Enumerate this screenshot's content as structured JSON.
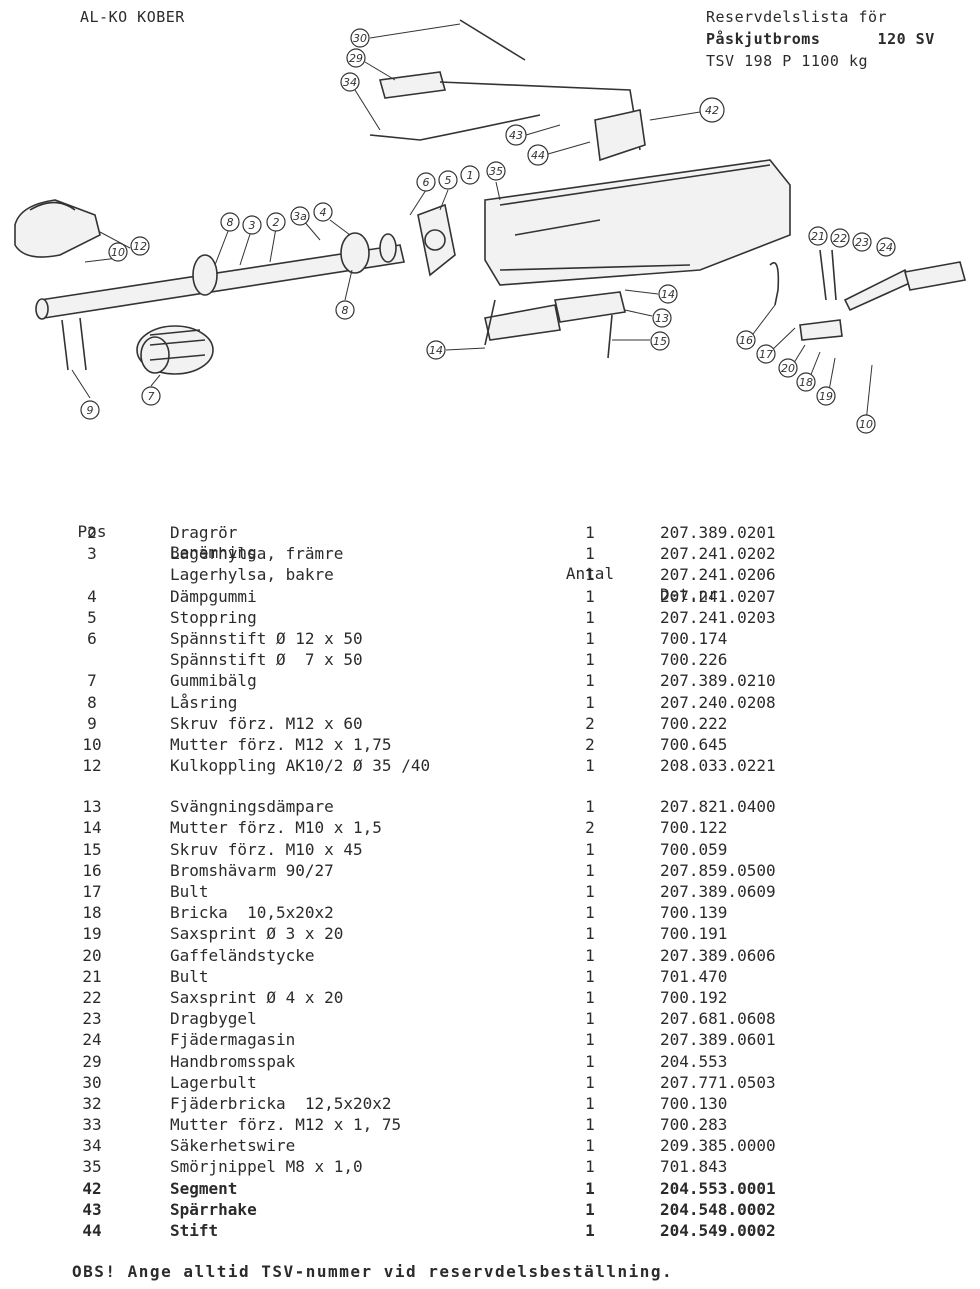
{
  "header": {
    "brand": "AL-KO KOBER",
    "title_line1": "Reservdelslista för",
    "title_line2": "Påskjutbroms      120 SV",
    "title_line3": "TSV 198 P 1100 kg"
  },
  "diagram": {
    "callouts": [
      "30",
      "29",
      "34",
      "43",
      "42",
      "44",
      "35",
      "1",
      "5",
      "6",
      "4",
      "3a",
      "2",
      "3",
      "8",
      "12",
      "10",
      "8",
      "9",
      "7",
      "14",
      "13",
      "15",
      "14",
      "21",
      "22",
      "23",
      "24",
      "16",
      "17",
      "20",
      "18",
      "19",
      "10"
    ]
  },
  "table": {
    "headers": {
      "pos": "Pos",
      "name": "Benämning",
      "qty": "Antal",
      "det": "Det.nr."
    },
    "group1": [
      {
        "pos": "2",
        "name": "Dragrör",
        "qty": "1",
        "det": "207.389.0201"
      },
      {
        "pos": "3",
        "name": "Lagerhylsa, främre",
        "qty": "1",
        "det": "207.241.0202"
      },
      {
        "pos": "",
        "name": "Lagerhylsa, bakre",
        "qty": "1",
        "det": "207.241.0206"
      },
      {
        "pos": "4",
        "name": "Dämpgummi",
        "qty": "1",
        "det": "207.241.0207"
      },
      {
        "pos": "5",
        "name": "Stoppring",
        "qty": "1",
        "det": "207.241.0203"
      },
      {
        "pos": "6",
        "name": "Spännstift Ø 12 x 50",
        "qty": "1",
        "det": "700.174"
      },
      {
        "pos": "",
        "name": "Spännstift Ø  7 x 50",
        "qty": "1",
        "det": "700.226"
      },
      {
        "pos": "7",
        "name": "Gummibälg",
        "qty": "1",
        "det": "207.389.0210"
      },
      {
        "pos": "8",
        "name": "Låsring",
        "qty": "1",
        "det": "207.240.0208"
      },
      {
        "pos": "9",
        "name": "Skruv förz. M12 x 60",
        "qty": "2",
        "det": "700.222"
      },
      {
        "pos": "10",
        "name": "Mutter förz. M12 x 1,75",
        "qty": "2",
        "det": "700.645"
      },
      {
        "pos": "12",
        "name": "Kulkoppling AK10/2 Ø 35 /40",
        "qty": "1",
        "det": "208.033.0221"
      }
    ],
    "group2": [
      {
        "pos": "13",
        "name": "Svängningsdämpare",
        "qty": "1",
        "det": "207.821.0400"
      },
      {
        "pos": "14",
        "name": "Mutter förz. M10 x 1,5",
        "qty": "2",
        "det": "700.122"
      },
      {
        "pos": "15",
        "name": "Skruv förz. M10 x 45",
        "qty": "1",
        "det": "700.059"
      },
      {
        "pos": "16",
        "name": "Bromshävarm 90/27",
        "qty": "1",
        "det": "207.859.0500"
      },
      {
        "pos": "17",
        "name": "Bult",
        "qty": "1",
        "det": "207.389.0609"
      },
      {
        "pos": "18",
        "name": "Bricka  10,5x20x2",
        "qty": "1",
        "det": "700.139"
      },
      {
        "pos": "19",
        "name": "Saxsprint Ø 3 x 20",
        "qty": "1",
        "det": "700.191"
      },
      {
        "pos": "20",
        "name": "Gaffeländstycke",
        "qty": "1",
        "det": "207.389.0606"
      },
      {
        "pos": "21",
        "name": "Bult",
        "qty": "1",
        "det": "701.470"
      },
      {
        "pos": "22",
        "name": "Saxsprint Ø 4 x 20",
        "qty": "1",
        "det": "700.192"
      },
      {
        "pos": "23",
        "name": "Dragbygel",
        "qty": "1",
        "det": "207.681.0608"
      },
      {
        "pos": "24",
        "name": "Fjädermagasin",
        "qty": "1",
        "det": "207.389.0601"
      },
      {
        "pos": "29",
        "name": "Handbromsspak",
        "qty": "1",
        "det": "204.553"
      },
      {
        "pos": "30",
        "name": "Lagerbult",
        "qty": "1",
        "det": "207.771.0503"
      },
      {
        "pos": "32",
        "name": "Fjäderbricka  12,5x20x2",
        "qty": "1",
        "det": "700.130"
      },
      {
        "pos": "33",
        "name": "Mutter förz. M12 x 1, 75",
        "qty": "1",
        "det": "700.283"
      },
      {
        "pos": "34",
        "name": "Säkerhetswire",
        "qty": "1",
        "det": "209.385.0000"
      },
      {
        "pos": "35",
        "name": "Smörjnippel M8 x 1,0",
        "qty": "1",
        "det": "701.843"
      },
      {
        "pos": "42",
        "name": "Segment",
        "qty": "1",
        "det": "204.553.0001"
      },
      {
        "pos": "43",
        "name": "Spärrhake",
        "qty": "1",
        "det": "204.548.0002"
      },
      {
        "pos": "44",
        "name": "Stift",
        "qty": "1",
        "det": "204.549.0002"
      }
    ]
  },
  "note": "OBS! Ange alltid TSV-nummer vid reservdelsbeställning."
}
